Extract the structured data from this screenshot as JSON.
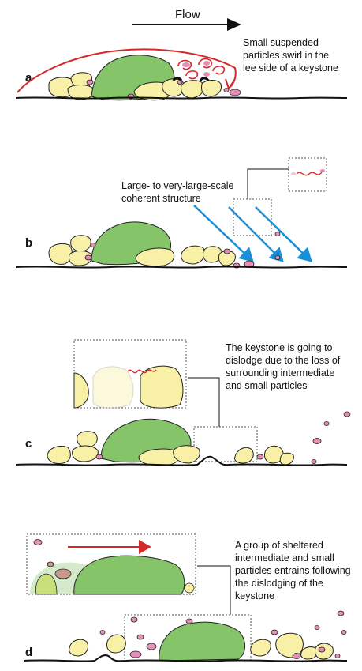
{
  "flow_label": "Flow",
  "colors": {
    "large_particle": "#86c46a",
    "intermediate_particle": "#f7f0a6",
    "small_particle": "#e58fb6",
    "vortex": "#d62828",
    "arrow_blue": "#1a8fd6",
    "bed": "#111111"
  },
  "panels": [
    {
      "label": "a",
      "note": [
        "Small suspended",
        "particles swirl in the",
        "lee side of a keystone"
      ]
    },
    {
      "label": "b",
      "note": [
        "Large- to very-large-scale",
        "coherent structure"
      ]
    },
    {
      "label": "c",
      "note": [
        "The keystone is going to",
        "dislodge due to the loss of",
        "surrounding intermediate",
        "and small particles"
      ]
    },
    {
      "label": "d",
      "note": [
        "A group of sheltered",
        "intermediate and small",
        "particles entrains following",
        "the dislodging of the",
        "keystone"
      ]
    }
  ]
}
